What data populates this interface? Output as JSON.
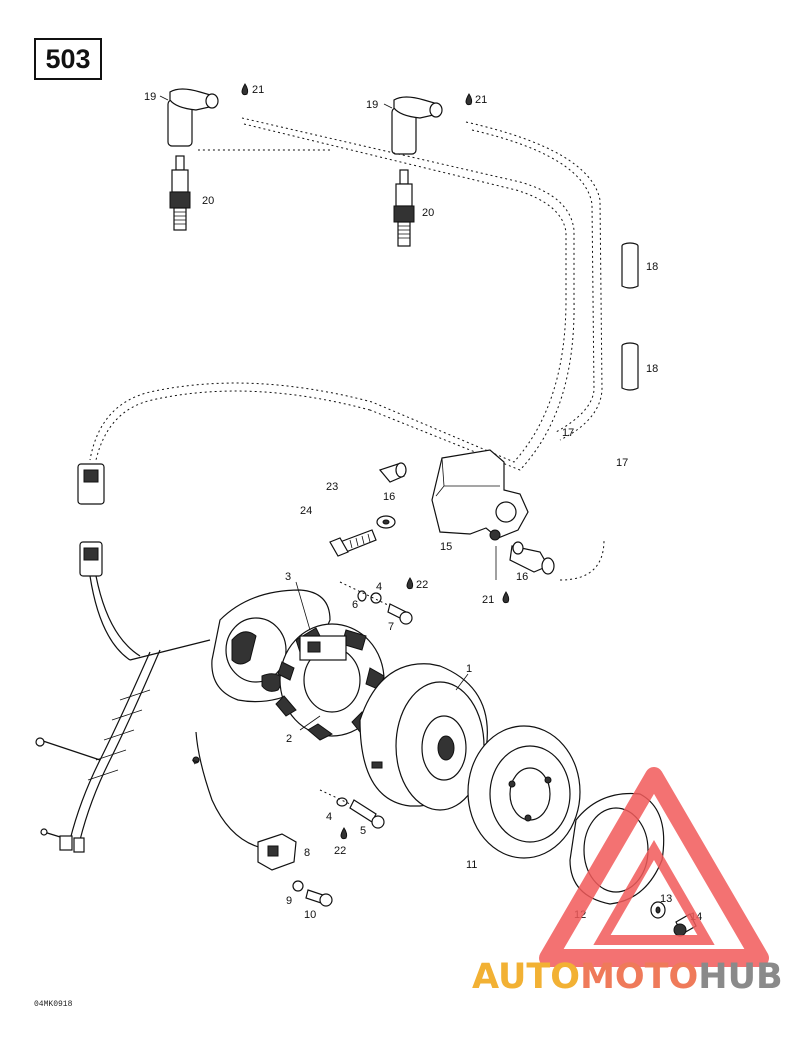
{
  "diagram": {
    "part_group": "503",
    "drawing_code": "04MK0918",
    "callouts": {
      "c1": "1",
      "c2": "2",
      "c3": "3",
      "c4a": "4",
      "c4b": "4",
      "c5": "5",
      "c6": "6",
      "c7": "7",
      "c8": "8",
      "c9": "9",
      "c10": "10",
      "c11": "11",
      "c12": "12",
      "c13": "13",
      "c14": "14",
      "c15": "15",
      "c16a": "16",
      "c16b": "16",
      "c17a": "17",
      "c17b": "17",
      "c18a": "18",
      "c18b": "18",
      "c19a": "19",
      "c19b": "19",
      "c20a": "20",
      "c20b": "20",
      "c21a": "21",
      "c21b": "21",
      "c21c": "21",
      "c22a": "22",
      "c22b": "22",
      "c23": "23",
      "c24": "24"
    }
  },
  "watermark": {
    "part1": "AUTO",
    "part2": "MOTO",
    "part3": "HUB",
    "colors": {
      "auto": "#f2b134",
      "moto": "#ef7a5a",
      "hub": "#8a8a8a",
      "triangle": "#f15a5a"
    }
  }
}
